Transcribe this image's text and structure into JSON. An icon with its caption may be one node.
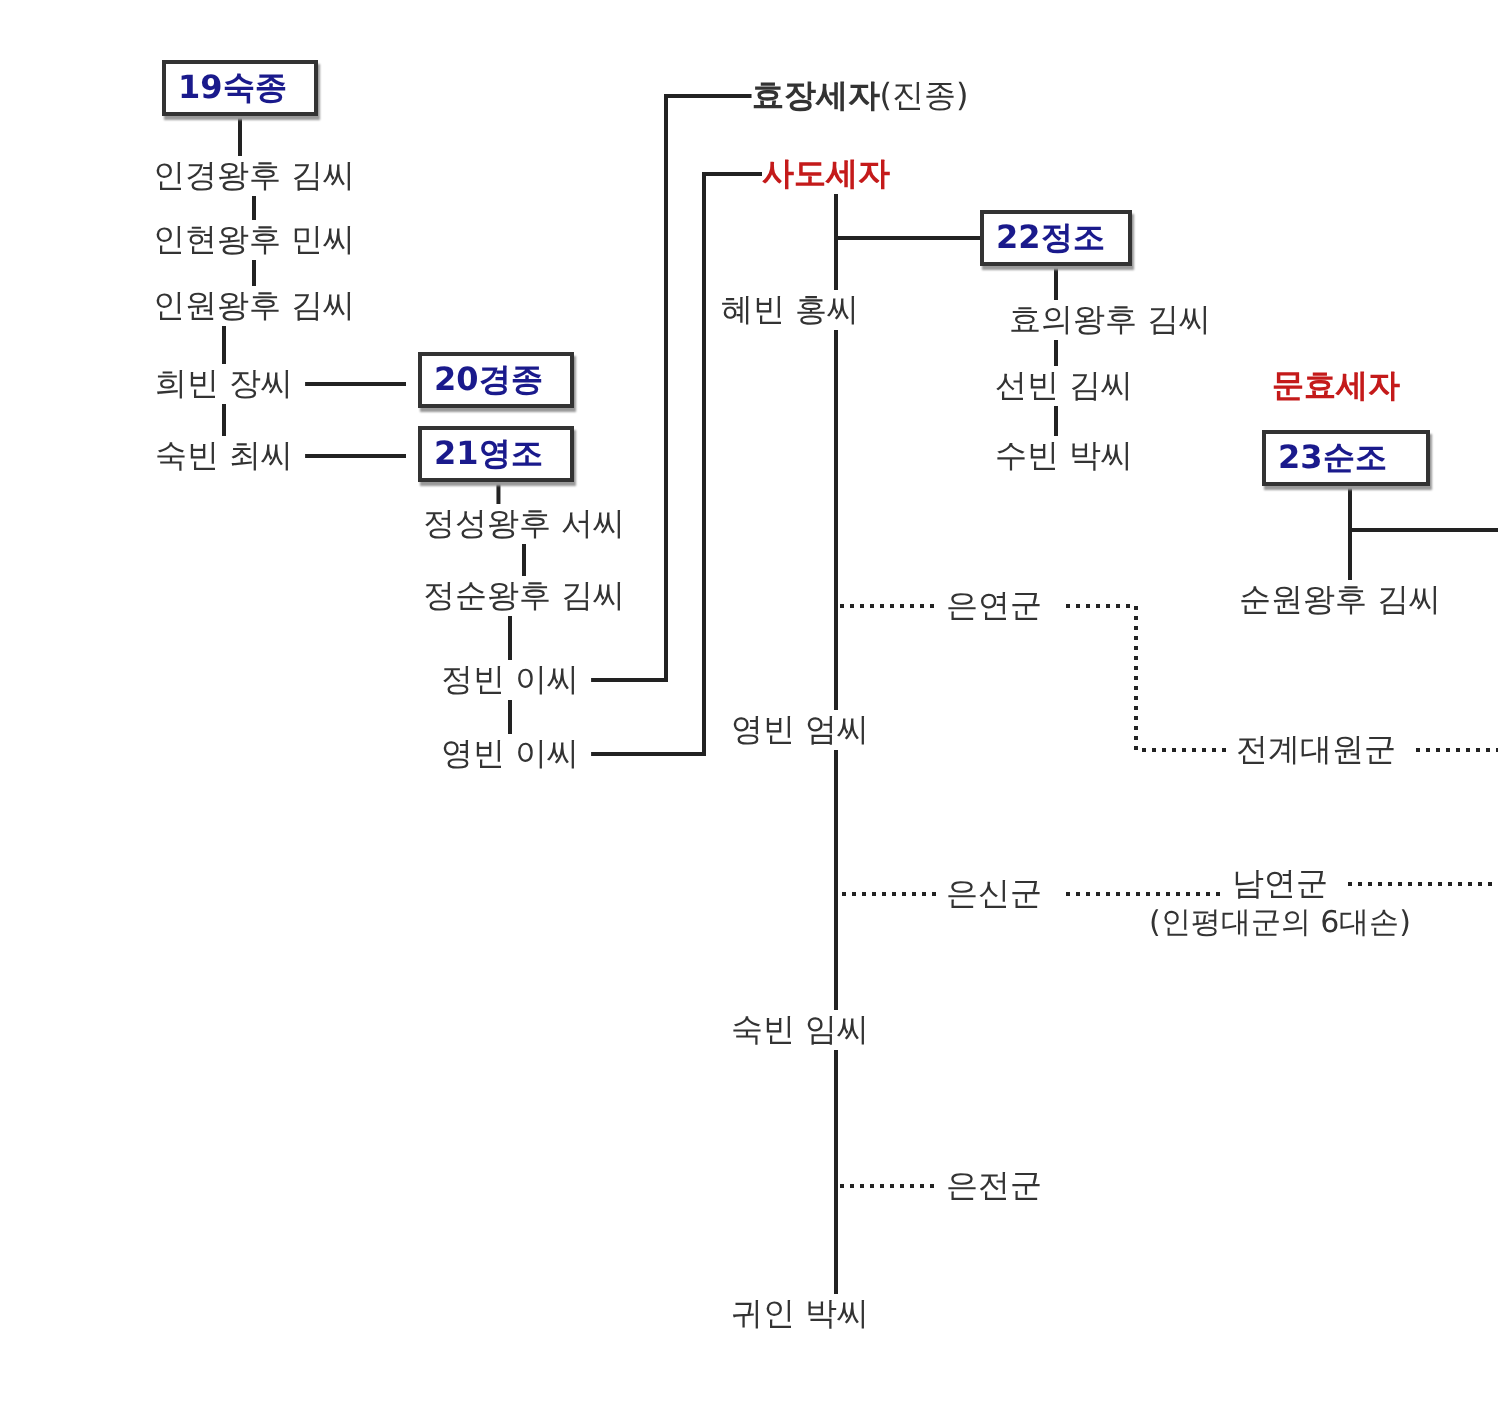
{
  "diagram": {
    "nodes": [
      {
        "text": [
          "19숙종"
        ]
      },
      {
        "text": [
          "인경왕후 김씨"
        ]
      },
      {
        "text": [
          "인현왕후 민씨"
        ]
      },
      {
        "text": [
          "인원왕후 김씨"
        ]
      },
      {
        "text": [
          "희빈 장씨"
        ]
      },
      {
        "text": [
          "숙빈 최씨"
        ]
      },
      {
        "text": [
          "20경종"
        ]
      },
      {
        "text": [
          "21영조"
        ]
      },
      {
        "text": [
          "정성왕후 서씨"
        ]
      },
      {
        "text": [
          "정순왕후 김씨"
        ]
      },
      {
        "text": [
          "정빈 이씨"
        ]
      },
      {
        "text": [
          "영빈 이씨"
        ]
      },
      {
        "text": [
          "**효장세자**(진종)"
        ]
      },
      {
        "text": [
          "사도세자"
        ]
      },
      {
        "text": [
          "혜빈 홍씨"
        ]
      },
      {
        "text": [
          "22정조"
        ]
      },
      {
        "text": [
          "효의왕후 김씨"
        ]
      },
      {
        "text": [
          "선빈 김씨"
        ]
      },
      {
        "text": [
          "수빈 박씨"
        ]
      },
      {
        "text": [
          "문효세자"
        ]
      },
      {
        "text": [
          "23순조"
        ]
      },
      {
        "text": [
          "순원왕후 김씨"
        ]
      },
      {
        "text": [
          "영빈 엄씨"
        ]
      },
      {
        "text": [
          "은연군"
        ]
      },
      {
        "text": [
          "전계대원군"
        ]
      },
      {
        "text": [
          "은신군"
        ]
      },
      {
        "text": [
          "남연군"
        ],
        "beside": [
          "(인평대군의 6대손)"
        ]
      },
      {
        "text": [
          "숙빈 임씨"
        ]
      },
      {
        "text": [
          "은전군"
        ]
      },
      {
        "text": [
          "귀인 박씨"
        ]
      }
    ],
    "edges": [
      {
        "from": 0,
        "to": 1,
        "arrow": "none"
      },
      {
        "from": 1,
        "to": 2,
        "arrow": "none"
      },
      {
        "from": 2,
        "to": 3,
        "arrow": "none"
      },
      {
        "from": 3,
        "to": 4,
        "arrow": "none"
      },
      {
        "from": 4,
        "to": 5,
        "arrow": "none"
      },
      {
        "from": 4,
        "to": 6,
        "arrow": "none"
      },
      {
        "from": 5,
        "to": 7,
        "arrow": "none"
      },
      {
        "from": 7,
        "to": 8,
        "arrow": "none"
      },
      {
        "from": 8,
        "to": 9,
        "arrow": "none"
      },
      {
        "from": 9,
        "to": 10,
        "arrow": "none"
      },
      {
        "from": 10,
        "to": 11,
        "arrow": "none"
      },
      {
        "from": 10,
        "to": 12,
        "arrow": "none"
      },
      {
        "from": 11,
        "to": 13,
        "arrow": "none"
      },
      {
        "from": 13,
        "to": 14,
        "arrow": "none"
      },
      {
        "from": 13,
        "to": 15,
        "arrow": "none"
      },
      {
        "from": 14,
        "to": 22,
        "arrow": "none"
      },
      {
        "from": 22,
        "to": 27,
        "arrow": "none"
      },
      {
        "from": 27,
        "to": 29,
        "arrow": "none"
      },
      {
        "from": 14,
        "to": 23,
        "arrow": "none",
        "style": "dashed"
      },
      {
        "from": 22,
        "to": 25,
        "arrow": "none",
        "style": "dashed"
      },
      {
        "from": 27,
        "to": 28,
        "arrow": "none",
        "style": "dashed"
      },
      {
        "from": 15,
        "to": 16,
        "arrow": "none"
      },
      {
        "from": 16,
        "to": 17,
        "arrow": "none"
      },
      {
        "from": 17,
        "to": 18,
        "arrow": "none"
      },
      {
        "from": 20,
        "to": 21,
        "arrow": "none"
      },
      {
        "from": 20,
        "to": null,
        "arrow": "none"
      },
      {
        "from": 23,
        "to": 24,
        "arrow": "none",
        "style": "dashed"
      },
      {
        "from": 24,
        "to": null,
        "arrow": "none",
        "style": "dashed"
      },
      {
        "from": 25,
        "to": 26,
        "arrow": "none",
        "style": "dashed"
      },
      {
        "from": 26,
        "to": null,
        "arrow": "none",
        "style": "dashed"
      }
    ]
  }
}
